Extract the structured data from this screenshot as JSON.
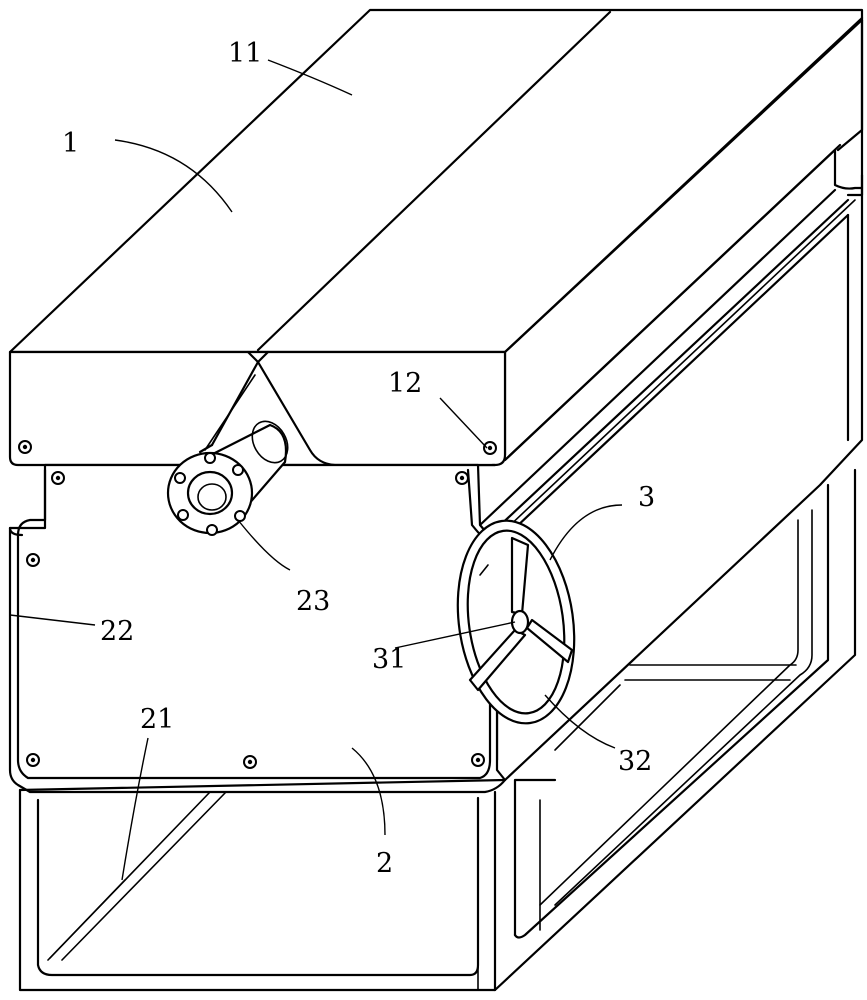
{
  "figure": {
    "labels": {
      "l1": "1",
      "l11": "11",
      "l12": "12",
      "l2": "2",
      "l21": "21",
      "l22": "22",
      "l23": "23",
      "l3": "3",
      "l31": "31",
      "l32": "32"
    }
  }
}
